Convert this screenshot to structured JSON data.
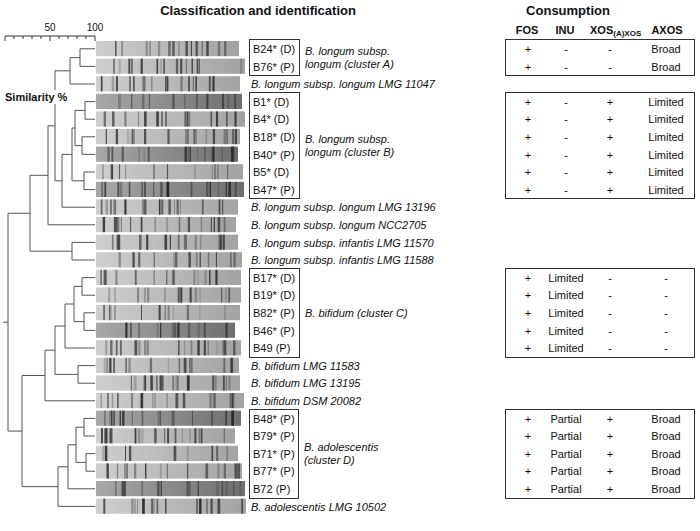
{
  "diagram": {
    "nodes": [
      {
        "text": [
          "B24* (D)",
          "B76* (P)",
          "B. longum subsp. longum (cluster A)"
        ]
      },
      {
        "text": [
          "+",
          "-",
          "-",
          "Broad",
          "+",
          "-",
          "-",
          "Broad"
        ]
      },
      {
        "text": [
          "B1* (D)",
          "B4* (D)",
          "B18* (D)",
          "B40* (P)",
          "B5* (D)",
          "B47* (P)",
          "B. longum subsp. longum (cluster B)"
        ]
      },
      {
        "text": [
          "+",
          "-",
          "+",
          "Limited",
          "+",
          "-",
          "+",
          "Limited",
          "+",
          "-",
          "+",
          "Limited",
          "+",
          "-",
          "+",
          "Limited",
          "+",
          "-",
          "+",
          "Limited",
          "+",
          "-",
          "+",
          "Limited"
        ]
      },
      {
        "text": [
          "B17* (D)",
          "B19* (D)",
          "B82* (P)",
          "B46* (P)",
          "B49 (P)",
          "B. bifidum (cluster C)"
        ]
      },
      {
        "text": [
          "+",
          "Limited",
          "-",
          "-",
          "+",
          "Limited",
          "-",
          "-",
          "+",
          "Limited",
          "-",
          "-",
          "+",
          "Limited",
          "-",
          "-",
          "+",
          "Limited",
          "-",
          "-"
        ]
      },
      {
        "text": [
          "B48* (P)",
          "B79* (P)",
          "B71* (P)",
          "B77* (P)",
          "B72 (P)",
          "B. adolescentis (cluster D)"
        ]
      },
      {
        "text": [
          "+",
          "Partial",
          "+",
          "Broad",
          "+",
          "Partial",
          "+",
          "Broad",
          "+",
          "Partial",
          "+",
          "Broad",
          "+",
          "Partial",
          "+",
          "Broad",
          "+",
          "Partial",
          "+",
          "Broad"
        ]
      }
    ],
    "labels": [
      "Similarity %",
      "50",
      "100",
      "Classification and identification",
      "Consumption",
      "FOS",
      "INU",
      "XOS",
      "(A)XOS",
      "AXOS",
      "B. longum subsp. longum LMG 11047",
      "B. longum subsp. longum LMG 13196",
      "B. longum subsp. longum NCC2705",
      "B. longum subsp. infantis LMG 11570",
      "B. longum subsp. infantis LMG 11588",
      "B. bifidum LMG 11583",
      "B. bifidum LMG 13195",
      "B. bifidum DSM 20082",
      "B. adolescentis LMG 10502"
    ]
  }
}
